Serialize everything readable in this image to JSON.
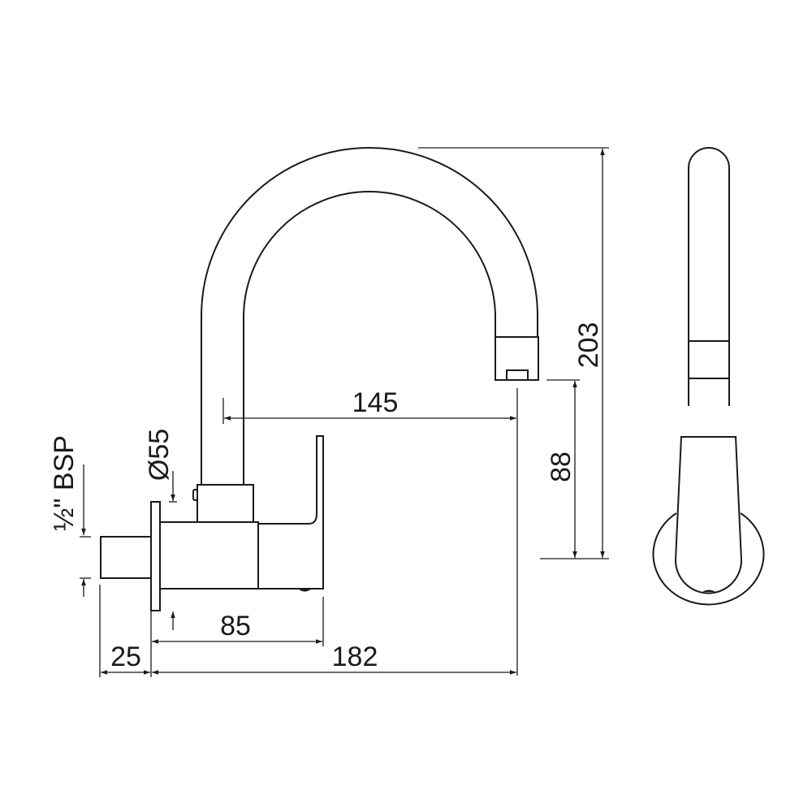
{
  "dimensions": {
    "spout_reach": "145",
    "overall_height": "203",
    "spout_clearance": "88",
    "body_depth": "85",
    "overall_depth": "182",
    "inlet_length": "25",
    "flange_diameter": "Ø55",
    "inlet_thread_fraction": "½\"",
    "inlet_thread_std": "BSP"
  }
}
